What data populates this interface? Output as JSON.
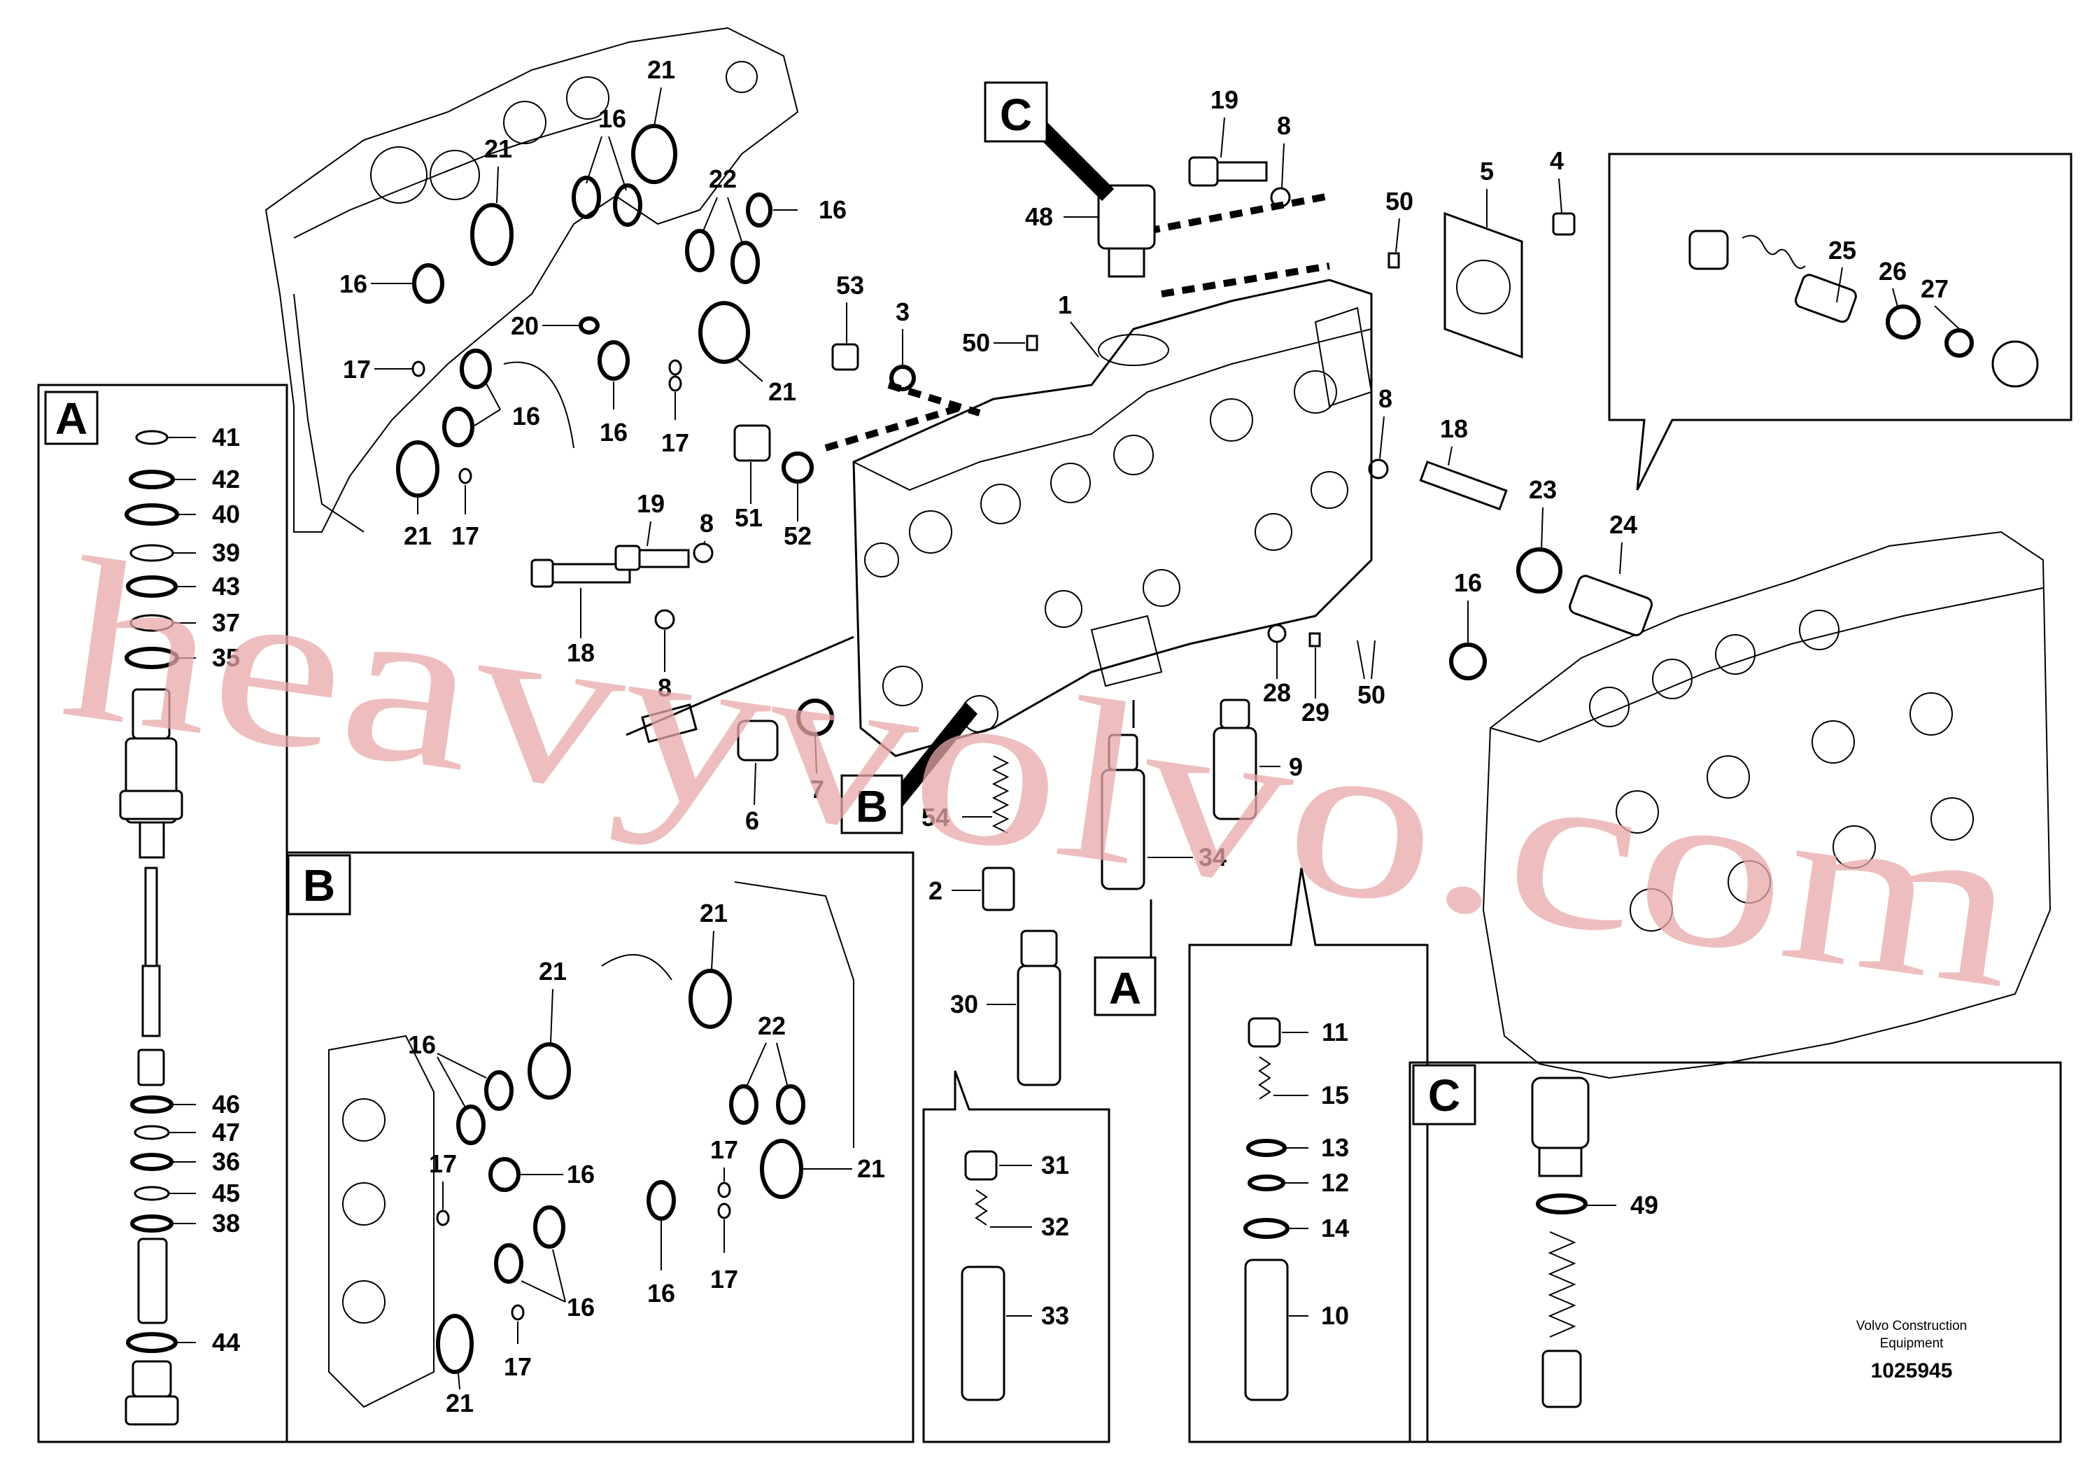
{
  "sections": {
    "A": "A",
    "B": "B",
    "C": "C"
  },
  "callouts": {
    "c1": "1",
    "c2": "2",
    "c3": "3",
    "c4": "4",
    "c5": "5",
    "c6": "6",
    "c7": "7",
    "c8a": "8",
    "c8b": "8",
    "c8c": "8",
    "c8d": "8",
    "c9": "9",
    "c10": "10",
    "c11": "11",
    "c12": "12",
    "c13": "13",
    "c14": "14",
    "c15": "15",
    "c16a": "16",
    "c16b": "16",
    "c16c": "16",
    "c16d": "16",
    "c16e": "16",
    "c16f": "16",
    "c16g": "16",
    "c16h": "16",
    "c16i": "16",
    "c16j": "16",
    "c17a": "17",
    "c17b": "17",
    "c17c": "17",
    "c17d": "17",
    "c17e": "17",
    "c17f": "17",
    "c17g": "17",
    "c18a": "18",
    "c18b": "18",
    "c19a": "19",
    "c19b": "19",
    "c20": "20",
    "c21a": "21",
    "c21b": "21",
    "c21c": "21",
    "c21d": "21",
    "c21e": "21",
    "c21f": "21",
    "c21g": "21",
    "c21h": "21",
    "c22a": "22",
    "c22b": "22",
    "c23": "23",
    "c24": "24",
    "c25": "25",
    "c26": "26",
    "c27": "27",
    "c28": "28",
    "c29": "29",
    "c30": "30",
    "c31": "31",
    "c32": "32",
    "c33": "33",
    "c34": "34",
    "c35": "35",
    "c36": "36",
    "c37": "37",
    "c38": "38",
    "c39": "39",
    "c40": "40",
    "c41": "41",
    "c42": "42",
    "c43": "43",
    "c44": "44",
    "c45": "45",
    "c46": "46",
    "c47": "47",
    "c48": "48",
    "c49": "49",
    "c50a": "50",
    "c50b": "50",
    "c50c": "50",
    "c51": "51",
    "c52": "52",
    "c53": "53",
    "c54": "54"
  },
  "footer": {
    "brand_line1": "Volvo Construction",
    "brand_line2": "Equipment",
    "doc_number": "1025945"
  },
  "watermark": {
    "text": "heavyvolvo.com",
    "color": "#e8a8a8"
  }
}
